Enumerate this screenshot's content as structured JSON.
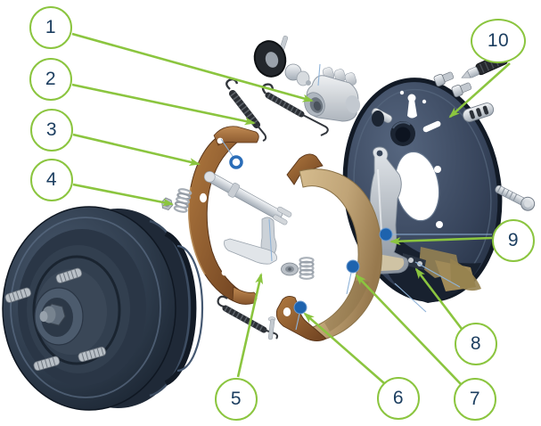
{
  "callouts": [
    {
      "label": "1"
    },
    {
      "label": "2"
    },
    {
      "label": "3"
    },
    {
      "label": "4"
    },
    {
      "label": "5"
    },
    {
      "label": "6"
    },
    {
      "label": "7"
    },
    {
      "label": "8"
    },
    {
      "label": "9"
    },
    {
      "label": "10"
    }
  ],
  "colors": {
    "accent_green": "#8bc53f",
    "callout_number_navy": "#1c3e60",
    "marker_blue": "#1e63ae",
    "leader_line_blue": "#8fb3d8",
    "drum_slate": "#2b3748",
    "backing_plate_slate": "#3d4c61",
    "shoe_copper": "#9c6434",
    "lining_tan": "#c3a878",
    "metal_silver": "#c9ced4",
    "spring_charcoal": "#2b2f35",
    "background": "#ffffff"
  },
  "parts": [
    "brake-drum",
    "wheel-stud",
    "hub-nut",
    "rear-brake-shoe",
    "adjuster-strut",
    "adjuster-lever",
    "hold-down-pin",
    "hold-down-spring",
    "upper-return-springs",
    "lower-return-spring",
    "dust-boot",
    "wheel-cylinder-piston",
    "wheel-cylinder",
    "backing-plate",
    "parking-brake-lever",
    "self-adjuster-mechanism",
    "bleeder-screw",
    "mounting-bolts",
    "spring-retainer-clip",
    "anchor-bolt",
    "leading-brake-shoe"
  ]
}
